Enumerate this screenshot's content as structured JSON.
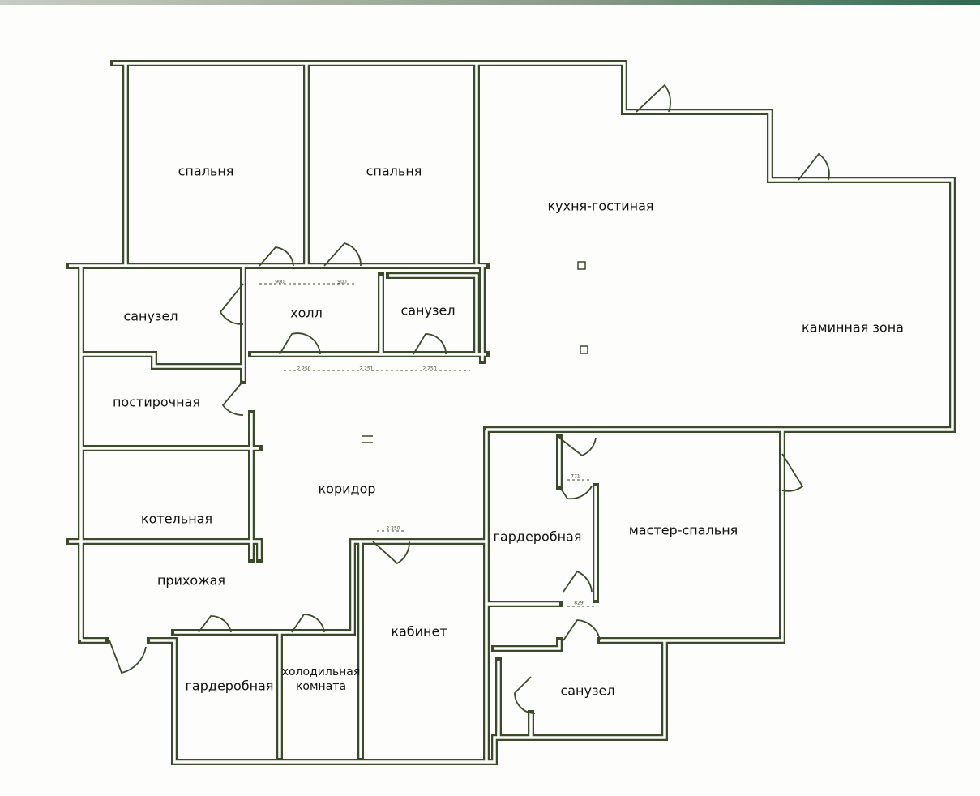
{
  "title": "План этажа",
  "rooms": {
    "bedroom1": "спальня",
    "bedroom2": "спальня",
    "kitchen_living": "кухня-гостиная",
    "fireplace_zone": "каминная зона",
    "bathroom_left": "санузел",
    "hall": "холл",
    "bathroom_mid": "санузел",
    "laundry": "постирочная",
    "corridor": "коридор",
    "boiler": "котельная",
    "entrance": "прихожая",
    "wardrobe_left": "гардеробная",
    "cold_room_line1": "холодильная",
    "cold_room_line2": "комната",
    "office": "кабинет",
    "wardrobe_master": "гардеробная",
    "master_bedroom": "мастер-спальня",
    "bathroom_master": "санузел"
  },
  "dimensions": {
    "door_width": "900",
    "door_height": "2 250",
    "hall_span": "2 251",
    "wardrobe_top": "771",
    "wardrobe_bottom": "829"
  }
}
